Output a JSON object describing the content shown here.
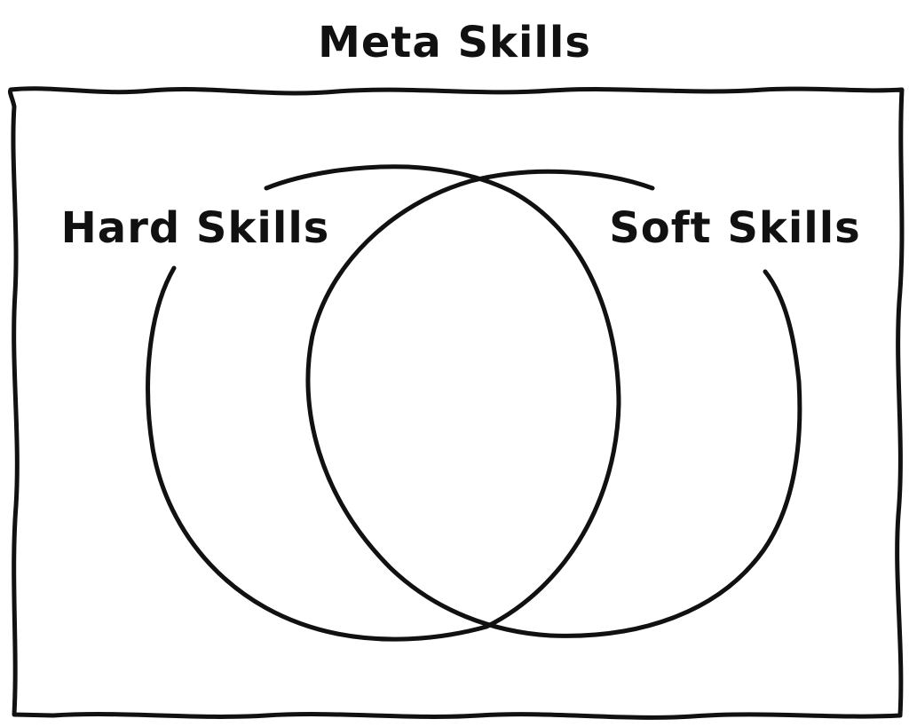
{
  "title": "Meta Skills",
  "sets": [
    {
      "label": "Hard Skills"
    },
    {
      "label": "Soft Skills"
    }
  ],
  "colors": {
    "ink": "#111111",
    "background": "#ffffff"
  }
}
